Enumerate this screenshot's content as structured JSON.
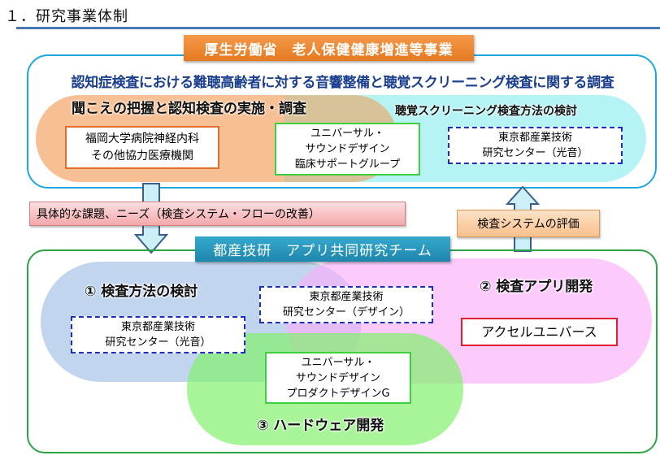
{
  "heading": "１．研究事業体制",
  "top_section": {
    "banner": "厚生労働省　老人保健健康増進等事業",
    "title": "認知症検査における難聴高齢者に対する音響整備と聴覚スクリーニング検査に関する調査",
    "left_group_title": "聞こえの把握と認知検査の実施・調査",
    "right_group_title": "聴覚スクリーニング検査方法の検討",
    "hospital_box": [
      "福岡大学病院神経内科",
      "その他協力医療機関"
    ],
    "usd_clinical_box": [
      "ユニバーサル・",
      "サウンドデザイン",
      "臨床サポートグループ"
    ],
    "tokyo_sound_box": [
      "東京都産業技術",
      "研究センター（光音）"
    ]
  },
  "flow": {
    "needs_label": "具体的な課題、ニーズ（検査システム・フローの改善）",
    "evaluation_label": "検査システムの評価"
  },
  "bottom_section": {
    "banner": "都産技研　アプリ共同研究チーム",
    "group1_title": "① 検査方法の検討",
    "group2_title": "② 検査アプリ開発",
    "group3_title": "③ ハードウェア開発",
    "tokyo_sound_box": [
      "東京都産業技術",
      "研究センター（光音）"
    ],
    "tokyo_design_box": [
      "東京都産業技術",
      "研究センター（デザイン）"
    ],
    "accel_box": "アクセルユニバース",
    "usd_product_box": [
      "ユニバーサル・",
      "サウンドデザイン",
      "プロダクトデザインG"
    ]
  },
  "colors": {
    "heading_rule": "#4a78b5",
    "top_frame": "#1ea6e0",
    "bottom_frame": "#2aa444",
    "mhlw_banner": "#e57a20",
    "team_banner": "#1f86ad",
    "title_text": "#1b3f8f"
  }
}
